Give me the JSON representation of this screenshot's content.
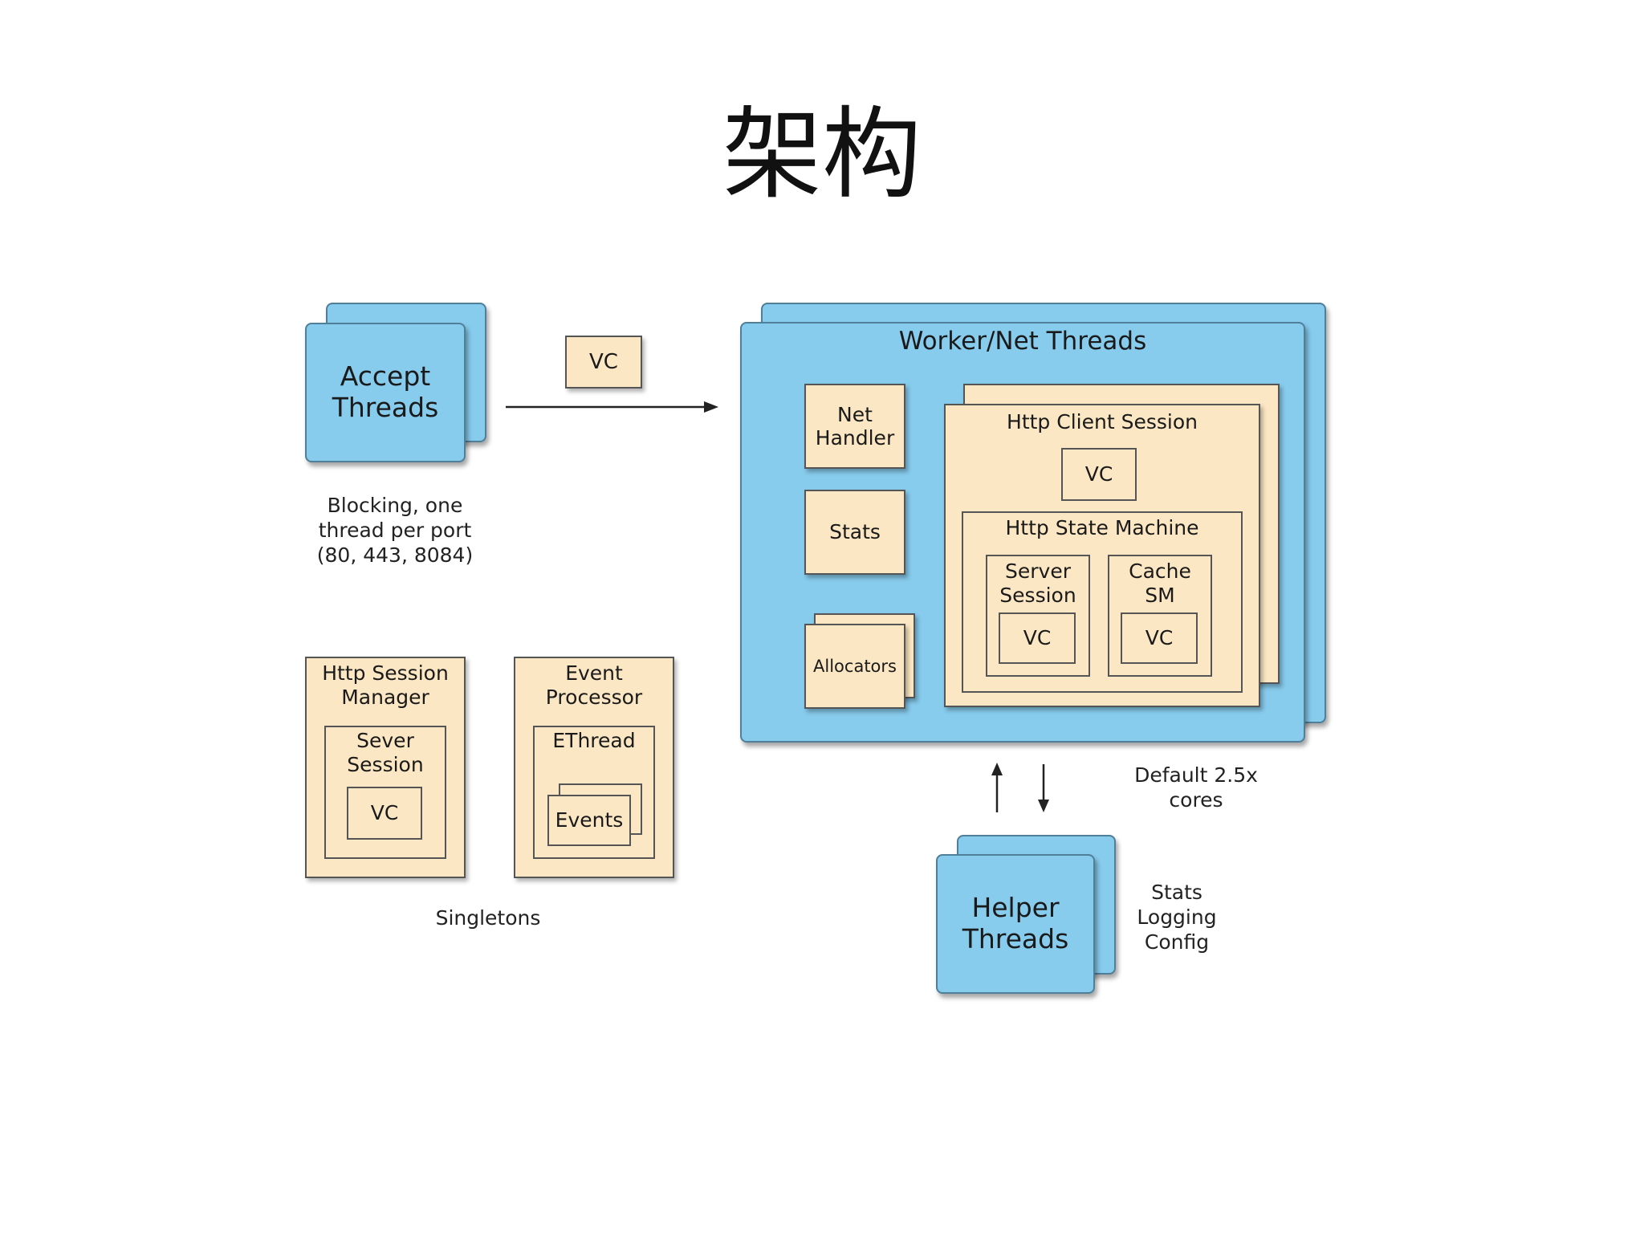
{
  "title": "架构",
  "accept": {
    "label": "Accept\nThreads",
    "note": "Blocking, one\nthread per port\n(80, 443, 8084)"
  },
  "vc_transfer": "VC",
  "worker": {
    "title": "Worker/Net Threads",
    "net_handler": "Net\nHandler",
    "stats": "Stats",
    "allocators": "Allocators",
    "client_session": {
      "title": "Http Client Session",
      "vc": "VC",
      "state_machine": {
        "title": "Http State Machine",
        "server_session": {
          "label": "Server\nSession",
          "vc": "VC"
        },
        "cache_sm": {
          "label": "Cache\nSM",
          "vc": "VC"
        }
      }
    },
    "note": "Default 2.5x cores"
  },
  "session_manager": {
    "label": "Http Session\nManager",
    "sever_session": "Sever\nSession",
    "vc": "VC"
  },
  "event_processor": {
    "label": "Event\nProcessor",
    "ethread": "EThread",
    "events": "Events"
  },
  "singletons": "Singletons",
  "helper": {
    "label": "Helper\nThreads",
    "note": "Stats\nLogging\nConfig"
  },
  "colors": {
    "thread_blue": "#87cbed",
    "component_beige": "#fbe7c3"
  },
  "icons": [
    "arrow-right-icon",
    "arrow-up-icon",
    "arrow-down-icon"
  ]
}
